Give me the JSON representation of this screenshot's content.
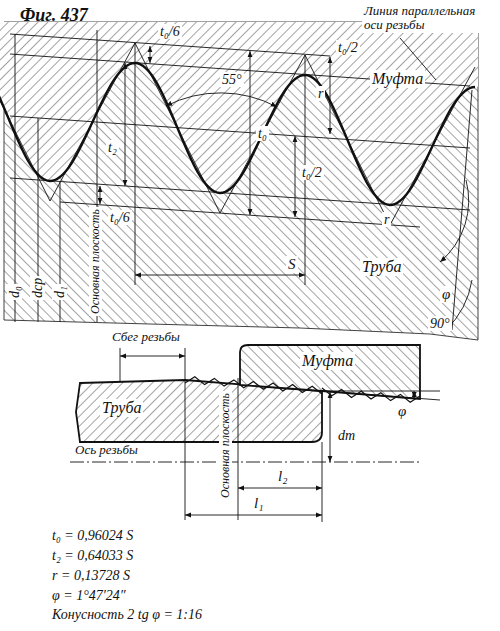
{
  "diagram": {
    "title": "Фиг. 437",
    "labels": [
      "Линия параллельная оси резьбы",
      "t₀/6",
      "Муфта",
      "55°",
      "t₀/2",
      "r",
      "t₂",
      "t₀",
      "t₀/2",
      "t₀/6",
      "r",
      "φ",
      "d₀",
      "dср",
      "d₁",
      "Основная плоскость",
      "Труба",
      "90°",
      "S",
      "Сбег резьбы",
      "Муфта",
      "Труба",
      "Основная плоскость",
      "Ось резьбы",
      "dт",
      "φ",
      "l₂",
      "l₁",
      "t₀ = 0,96024 S",
      "t₂ = 0,64033 S",
      "r = 0,13728 S",
      "φ = 1°47′24″",
      "Конусность 2 tg φ = 1:16"
    ]
  }
}
